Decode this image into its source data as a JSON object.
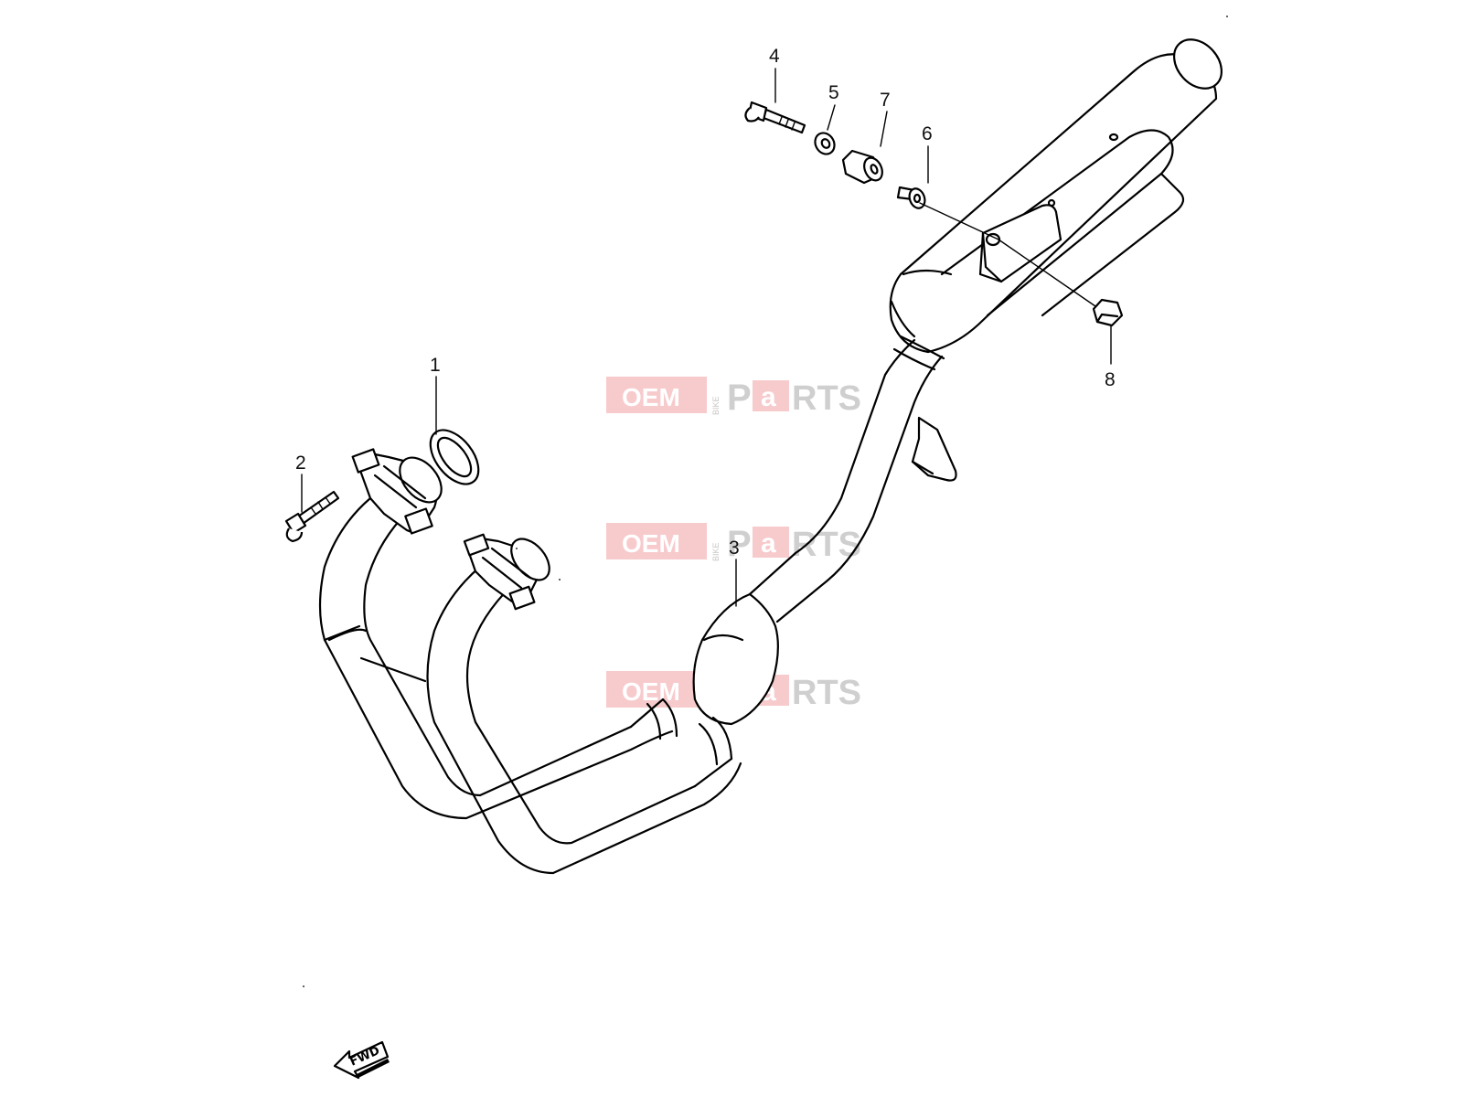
{
  "callouts": [
    {
      "id": "1",
      "label": "1"
    },
    {
      "id": "2",
      "label": "2"
    },
    {
      "id": "3",
      "label": "3"
    },
    {
      "id": "4",
      "label": "4"
    },
    {
      "id": "5",
      "label": "5"
    },
    {
      "id": "6",
      "label": "6"
    },
    {
      "id": "7",
      "label": "7"
    },
    {
      "id": "8",
      "label": "8"
    }
  ],
  "watermark": {
    "oem": "OEM",
    "bike": "BIKE",
    "p": "P",
    "a": "a",
    "rts": "RTS",
    "color": "#e0323a"
  },
  "direction_marker": {
    "label": "FWD",
    "icon": "forward-arrow-icon"
  }
}
